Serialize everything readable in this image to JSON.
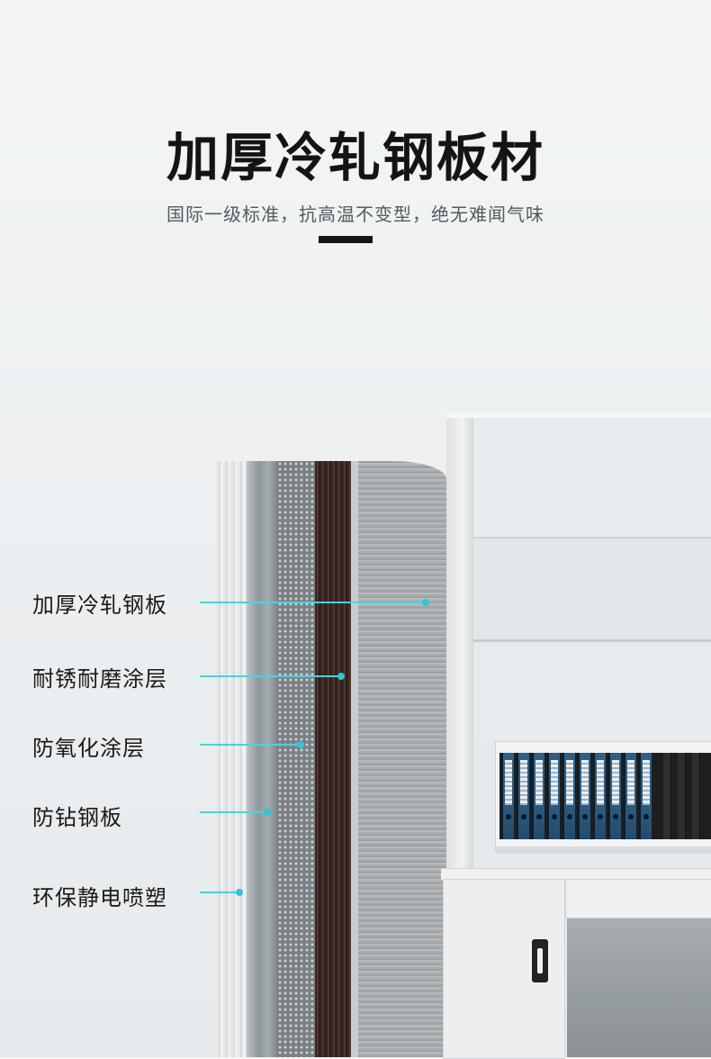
{
  "header": {
    "title": "加厚冷轧钢板材",
    "subtitle": "国际一级标准，抗高温不变型，绝无难闻气味"
  },
  "callouts": [
    {
      "label": "加厚冷轧钢板"
    },
    {
      "label": "耐锈耐磨涂层"
    },
    {
      "label": "防氧化涂层"
    },
    {
      "label": "防钻钢板"
    },
    {
      "label": "环保静电喷塑"
    }
  ],
  "colors": {
    "accent": "#49d2dd",
    "title": "#141414",
    "background": "#eef1f3"
  }
}
